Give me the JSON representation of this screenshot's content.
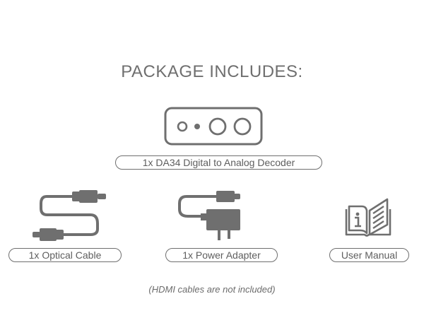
{
  "title": "PACKAGE INCLUDES:",
  "items": [
    {
      "label": "1x DA34 Digital to Analog Decoder",
      "icon": "decoder-device-icon"
    },
    {
      "label": "1x Optical Cable",
      "icon": "optical-cable-icon"
    },
    {
      "label": "1x Power Adapter",
      "icon": "power-adapter-icon"
    },
    {
      "label": "User Manual",
      "icon": "user-manual-icon"
    }
  ],
  "note": "(HDMI cables are not included)",
  "colors": {
    "icon": "#6f6f6f",
    "text": "#5e5e5e",
    "background": "#ffffff"
  }
}
